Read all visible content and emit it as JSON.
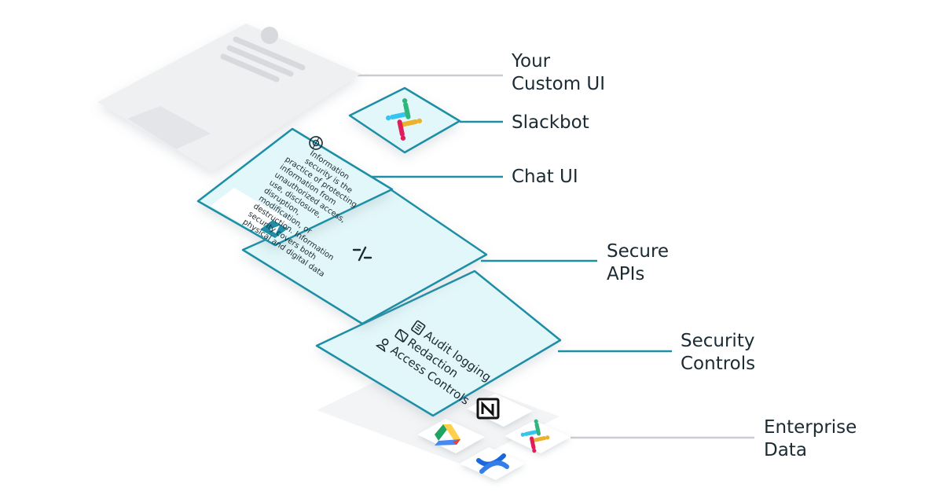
{
  "layers": {
    "custom_ui": {
      "line1": "Your",
      "line2": "Custom UI"
    },
    "slackbot": {
      "label": "Slackbot"
    },
    "chat_ui": {
      "label": "Chat UI",
      "message_lines": [
        "Information",
        "security is the",
        "practice of protecting",
        "information from",
        "unauthorized access,",
        "use, disclosure,",
        "disruption,",
        "modification, or",
        "destruction. Information",
        "security covers both",
        "physical and digital data"
      ]
    },
    "secure_apis": {
      "line1": "Secure",
      "line2": "APIs"
    },
    "security_controls": {
      "line1": "Security",
      "line2": "Controls",
      "items": [
        "Audit logging",
        "Redaction",
        "Access Controls"
      ]
    },
    "enterprise_data": {
      "line1": "Enterprise",
      "line2": "Data",
      "sources": [
        "notion-logo",
        "google-drive-logo",
        "slack-logo",
        "confluence-logo"
      ]
    }
  },
  "colors": {
    "teal": "#1e8fa6",
    "teal_fill": "#e2f7f9",
    "gray_card": "#eff0f2",
    "connector_gray": "#c9cdd1",
    "text": "#1b2b33"
  }
}
